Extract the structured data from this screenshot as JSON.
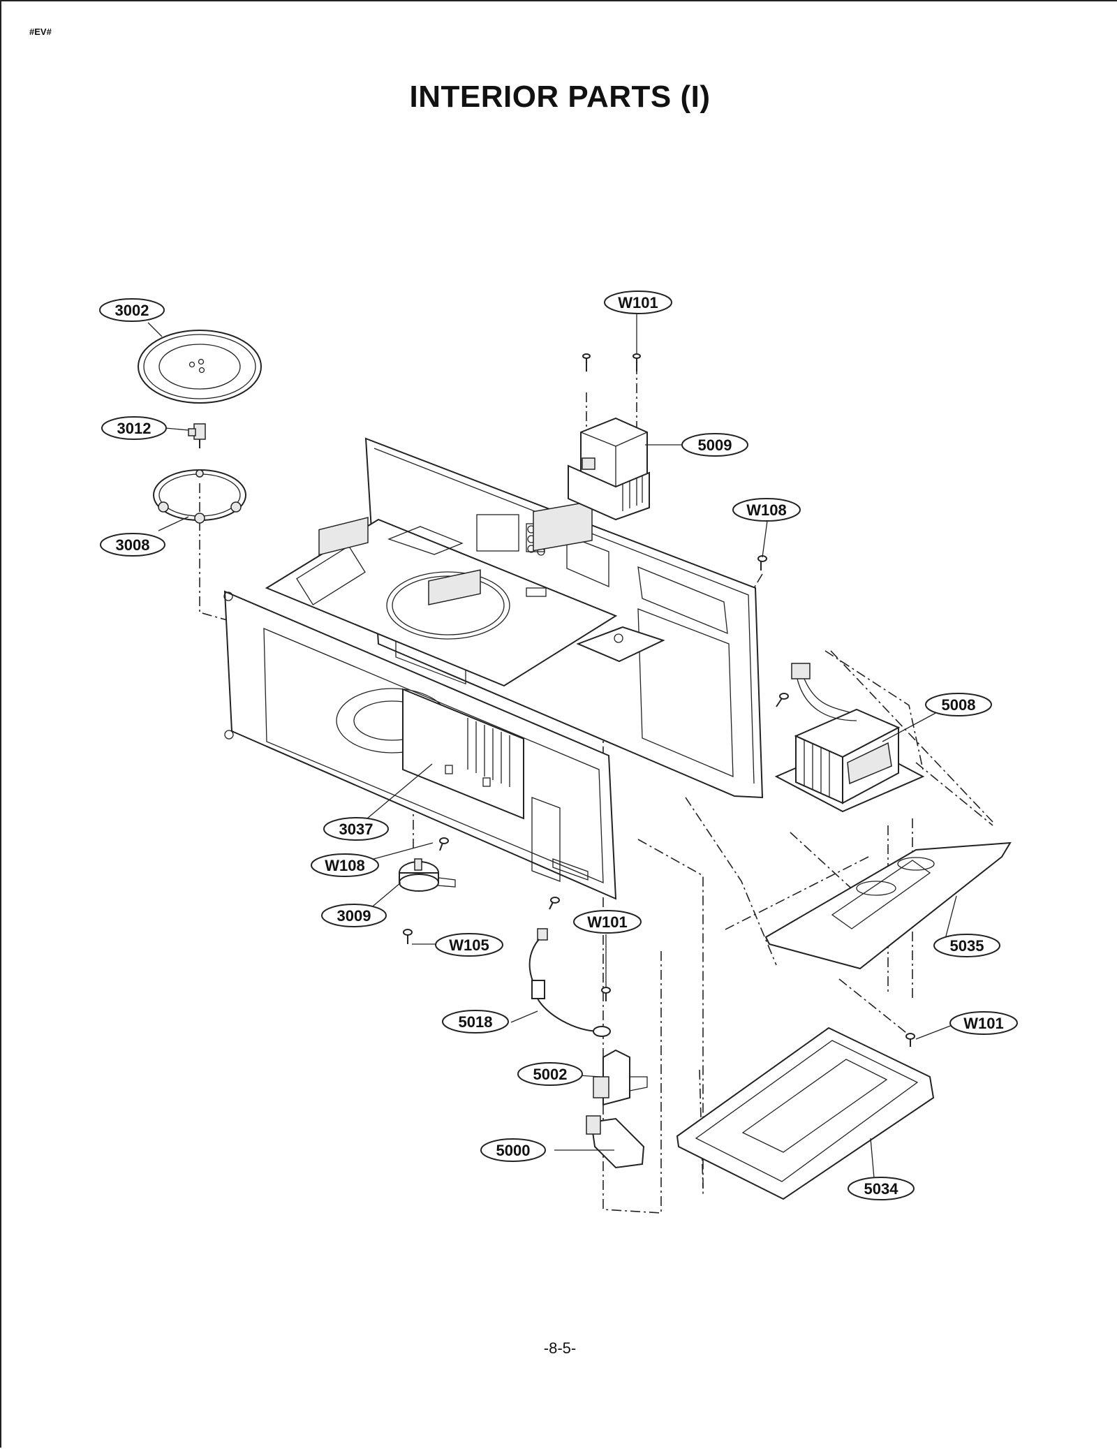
{
  "header": {
    "tag": "#EV#",
    "title": "INTERIOR PARTS (I)"
  },
  "callouts": {
    "c3002": "3002",
    "c3012": "3012",
    "c3008": "3008",
    "cW101_top": "W101",
    "c5009": "5009",
    "cW108_right": "W108",
    "c5008": "5008",
    "c3037": "3037",
    "cW108_left": "W108",
    "c3009": "3009",
    "cW105": "W105",
    "cW101_mid": "W101",
    "c5018": "5018",
    "c5035": "5035",
    "cW101_right": "W101",
    "c5002": "5002",
    "c5000": "5000",
    "c5034": "5034"
  },
  "footer": {
    "page_number": "-8-5-"
  }
}
